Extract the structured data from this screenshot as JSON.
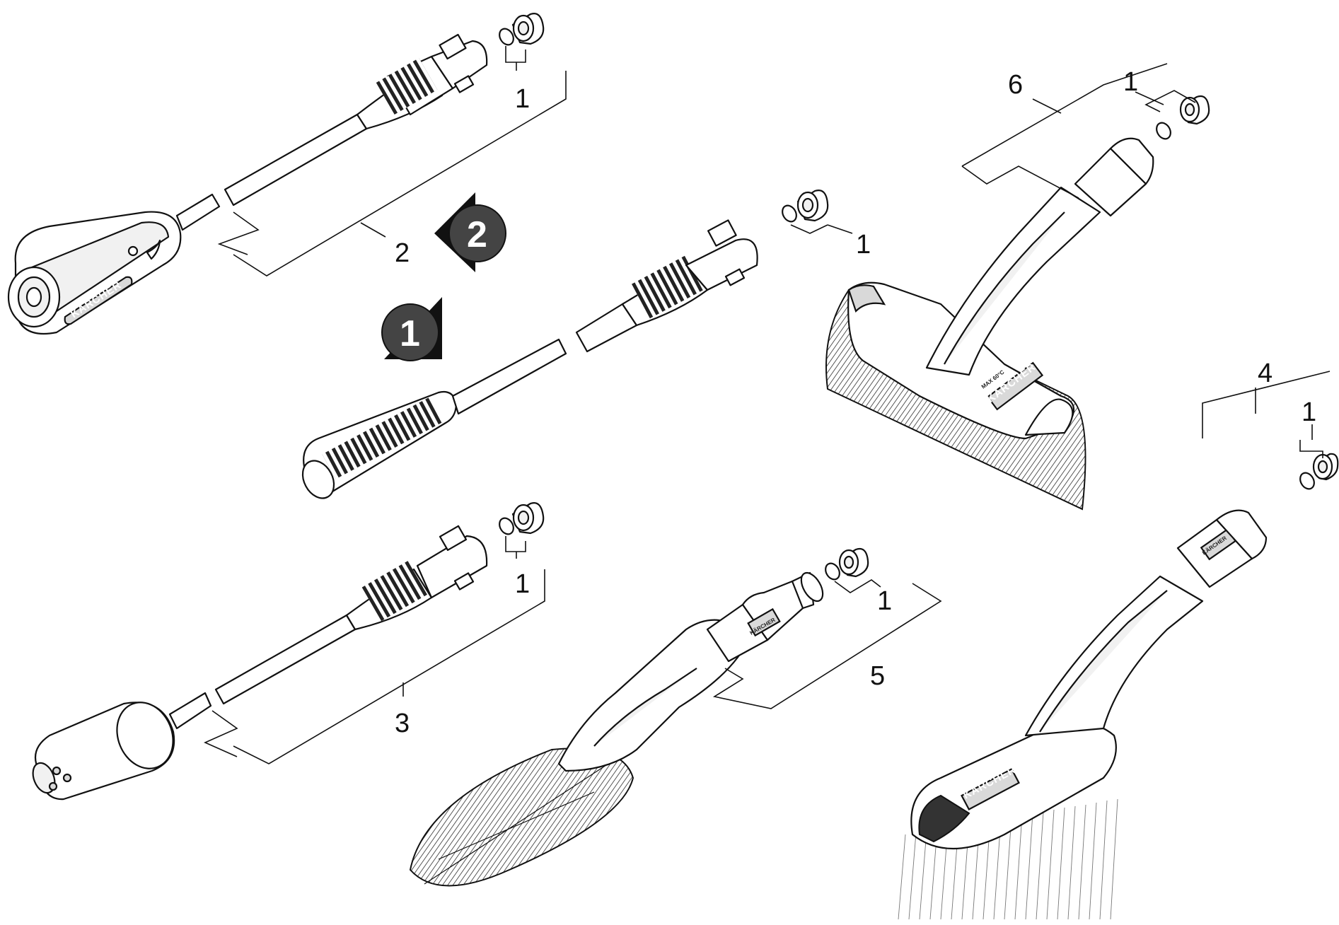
{
  "parts": [
    {
      "id": "label-1a",
      "text": "1"
    },
    {
      "id": "label-1b",
      "text": "1"
    },
    {
      "id": "label-1c",
      "text": "1"
    },
    {
      "id": "label-1d",
      "text": "1"
    },
    {
      "id": "label-1e",
      "text": "1"
    },
    {
      "id": "label-1f",
      "text": "1"
    },
    {
      "id": "label-2",
      "text": "2"
    },
    {
      "id": "label-3",
      "text": "3"
    },
    {
      "id": "label-4",
      "text": "4"
    },
    {
      "id": "label-5",
      "text": "5"
    },
    {
      "id": "label-6",
      "text": "6"
    }
  ],
  "steps": {
    "step1": "1",
    "step2": "2"
  },
  "brand": {
    "name": "KÄRCHER",
    "rating": "MAX 60°C"
  },
  "colors": {
    "line": "#111111",
    "badge": "#444444",
    "fill": "#ffffff"
  }
}
